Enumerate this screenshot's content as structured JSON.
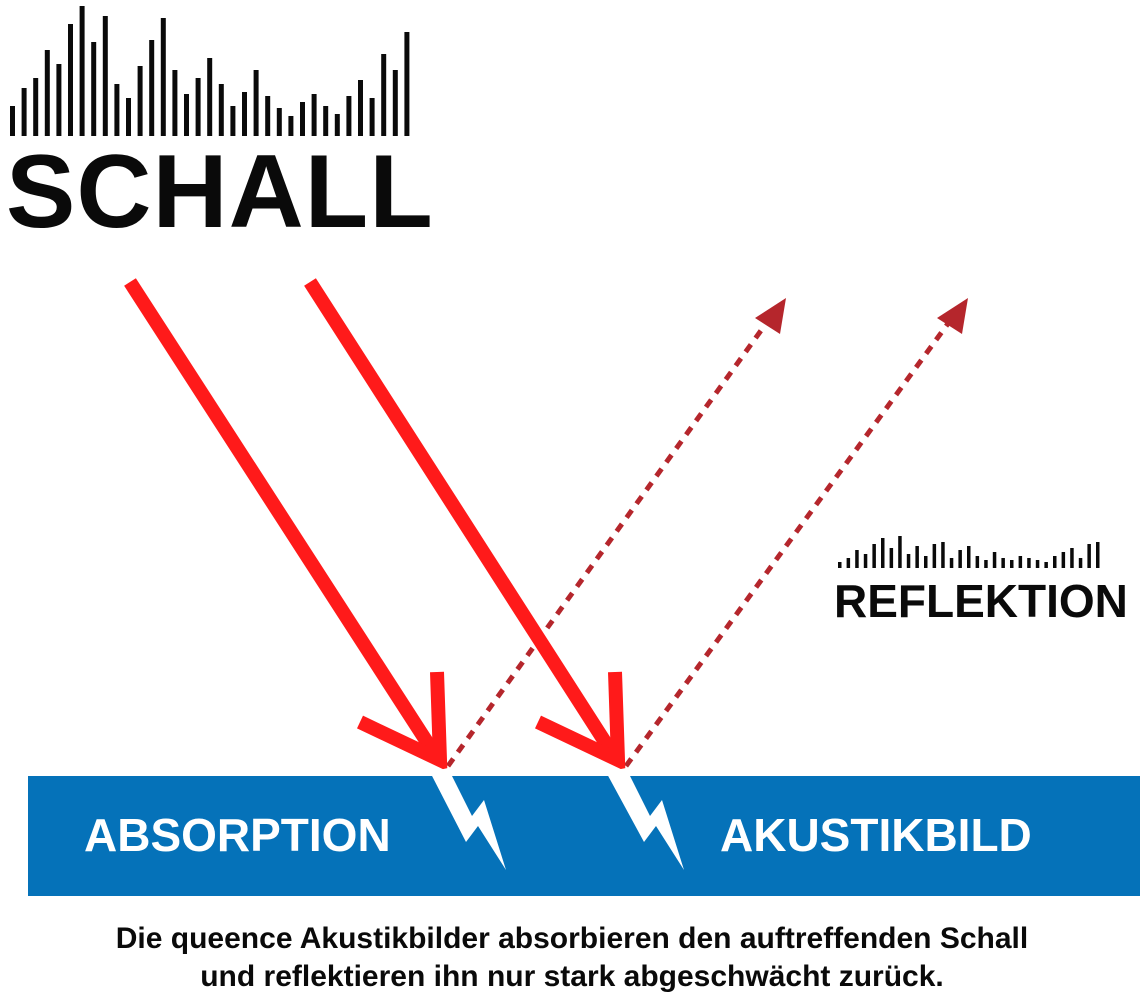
{
  "heading": {
    "text": "SCHALL"
  },
  "reflection_label": {
    "text": "REFLEKTION"
  },
  "surface": {
    "color": "#0572b9",
    "left_label": "ABSORPTION",
    "right_label": "AKUSTIKBILD"
  },
  "caption": {
    "line1": "Die queence Akustikbilder absorbieren den auftreffenden Schall",
    "line2": "und reflektieren ihn nur stark abgeschwächt zurück."
  },
  "colors": {
    "incident_arrow": "#ff1a1a",
    "reflected_arrow": "#b5262c",
    "text": "#0a0a0a",
    "impact_bolt": "#ffffff"
  },
  "icons": [
    "sound-wave-icon",
    "incident-arrow-icon",
    "reflected-arrow-icon",
    "lightning-bolt-icon"
  ]
}
